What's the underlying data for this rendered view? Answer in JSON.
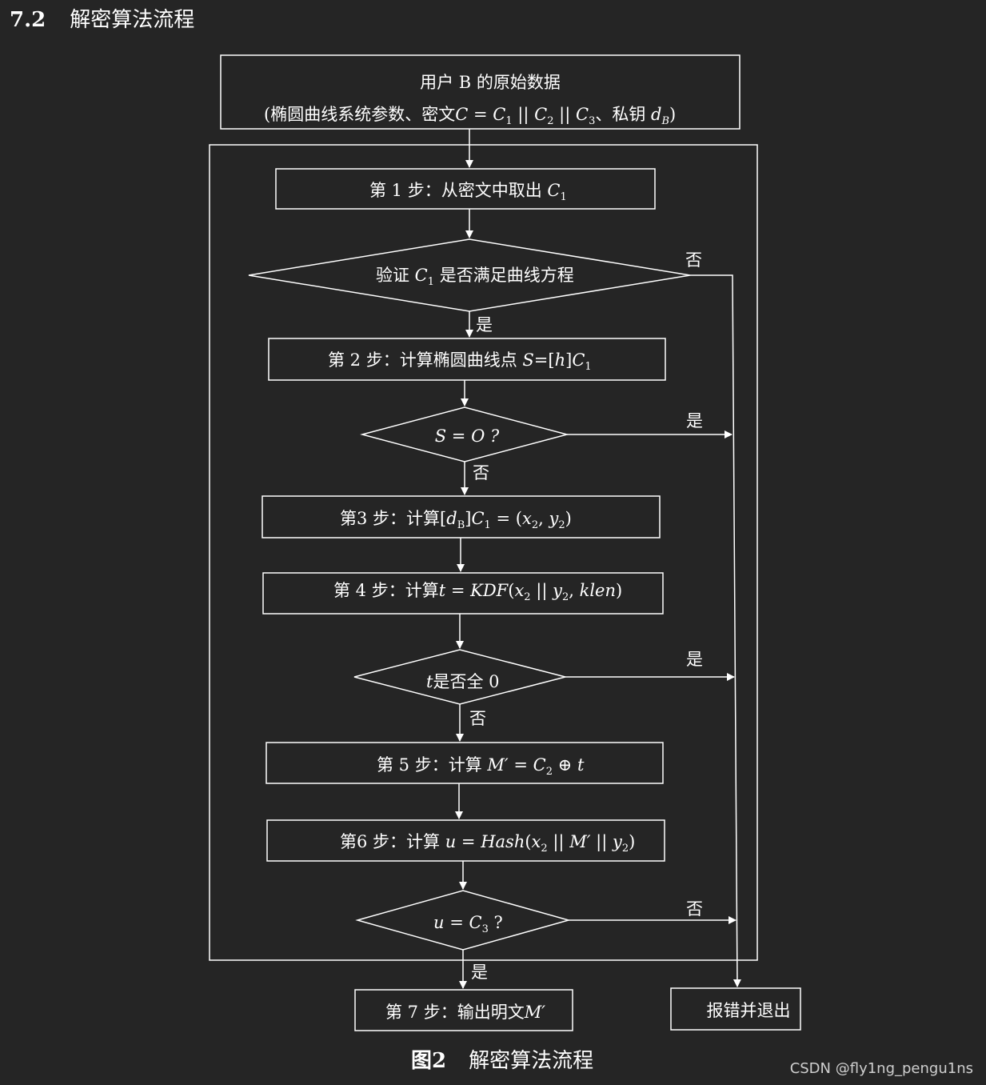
{
  "page": {
    "section_number": "7.2",
    "section_title": "解密算法流程",
    "caption_label": "图2",
    "caption_title": "解密算法流程",
    "watermark": "CSDN @fly1ng_pengu1ns"
  },
  "flow": {
    "input_line1": "用户 B 的原始数据",
    "input_line2_a": "(椭圆曲线系统参数、密文",
    "input_line2_b": "、私钥",
    "step1": "第 1 步：从密文中取出",
    "check1_a": "验证",
    "check1_b": "是否满足曲线方程",
    "step2": "第 2 步：计算椭圆曲线点",
    "check2": "S = O ?",
    "step3": "第3 步：计算",
    "step4": "第 4 步：计算",
    "check3": "是否全 0",
    "step5": "第 5 步：计算",
    "step6": "第6 步：计算",
    "step7": "第 7 步：输出明文",
    "error_exit": "报错并退出",
    "yes": "是",
    "no": "否"
  }
}
